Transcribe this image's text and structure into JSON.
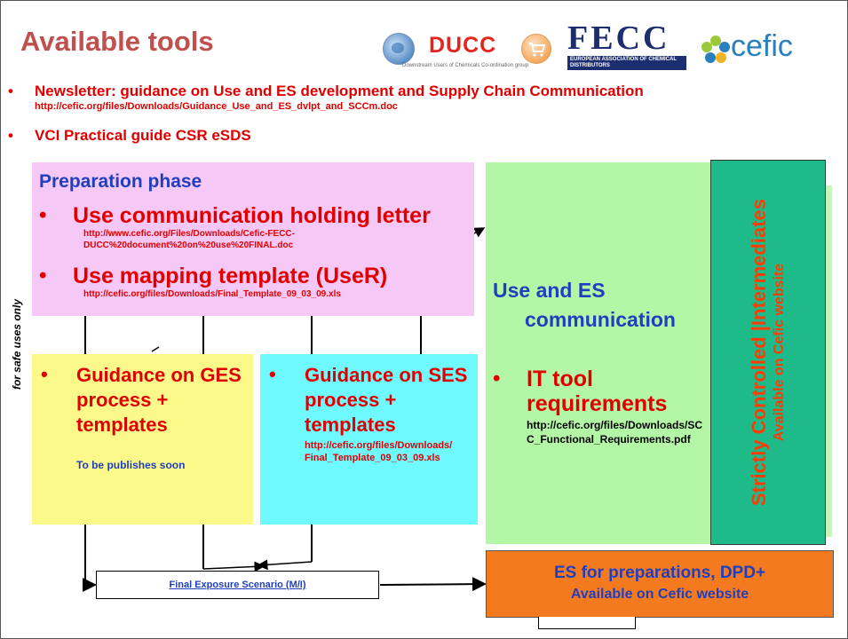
{
  "slide": {
    "title": "Available tools",
    "side_label": "for safe uses only"
  },
  "logos": {
    "ducc_word": "DUCC",
    "ducc_sub": "Downstream Users of Chemicals Co-ordination group",
    "fecc_word": "FECC",
    "fecc_sub": "EUROPEAN ASSOCIATION OF CHEMICAL DISTRIBUTORS",
    "cefic_word": "cefic"
  },
  "bullets": [
    {
      "text": "Newsletter: guidance on Use and ES development and Supply Chain Communication",
      "url": "http://cefic.org/files/Downloads/Guidance_Use_and_ES_dvlpt_and_SCCm.doc"
    },
    {
      "text": "VCI Practical guide CSR eSDS"
    }
  ],
  "preparation": {
    "title": "Preparation phase",
    "items": [
      {
        "heading": "Use communication holding letter",
        "url": "http://www.cefic.org/Files/Downloads/Cefic-FECC-DUCC%20document%20on%20use%20FINAL.doc"
      },
      {
        "heading": "Use mapping template (UseR)",
        "url": "http://cefic.org/files/Downloads/Final_Template_09_03_09.xls"
      }
    ]
  },
  "ges": {
    "heading": "Guidance on GES process + templates",
    "note": "To be publishes soon"
  },
  "ses": {
    "heading": "Guidance on SES process + templates",
    "url": "http://cefic.org/files/Downloads/Final_Template_09_03_09.xls"
  },
  "use_es": {
    "title_line1": "Use and ES",
    "title_line2": "communication",
    "it_heading": "IT tool requirements",
    "it_url": "http://cefic.org/files/Downloads/SCC_Functional_Requirements.pdf"
  },
  "strict": {
    "line1": "Strictly Controlled |Intermediates",
    "line2": "Available on Cefic website"
  },
  "final_es": {
    "label": "Final Exposure Scenario (M/I)"
  },
  "es_preparations": {
    "line1": "ES for preparations, DPD+",
    "line2": "Available on Cefic website"
  },
  "colors": {
    "title": "#c0504d",
    "bullet_red": "#e00000",
    "heading_blue": "#1f3fbf",
    "prep_bg": "#f6c8f6",
    "ges_bg": "#fbf98a",
    "ses_bg": "#6ffaff",
    "use_bg": "#b3f7a6",
    "strict_bg": "#1fba8a",
    "es_prep_bg": "#f47a20"
  },
  "icons": [
    "globe-logo-icon",
    "cart-logo-icon",
    "cefic-flower-icon"
  ]
}
